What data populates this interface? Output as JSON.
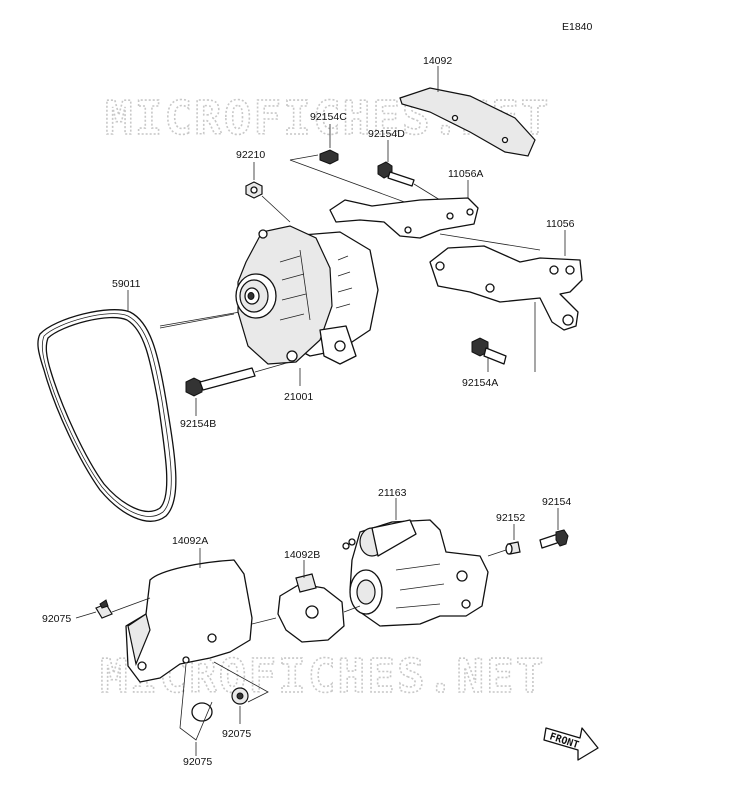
{
  "diagram_code": "E1840",
  "watermark": "MICROFICHES.NET",
  "direction": "FRONT",
  "part_labels": {
    "p14092": "14092",
    "p92154C": "92154C",
    "p92154D": "92154D",
    "p92210": "92210",
    "p11056A": "11056A",
    "p11056": "11056",
    "p59011": "59011",
    "p21001": "21001",
    "p92154B": "92154B",
    "p92154A": "92154A",
    "p21163": "21163",
    "p92152": "92152",
    "p92154": "92154",
    "p14092A": "14092A",
    "p14092B": "14092B",
    "p92075_left": "92075",
    "p92075_bottom": "92075",
    "p92075_right": "92075"
  }
}
